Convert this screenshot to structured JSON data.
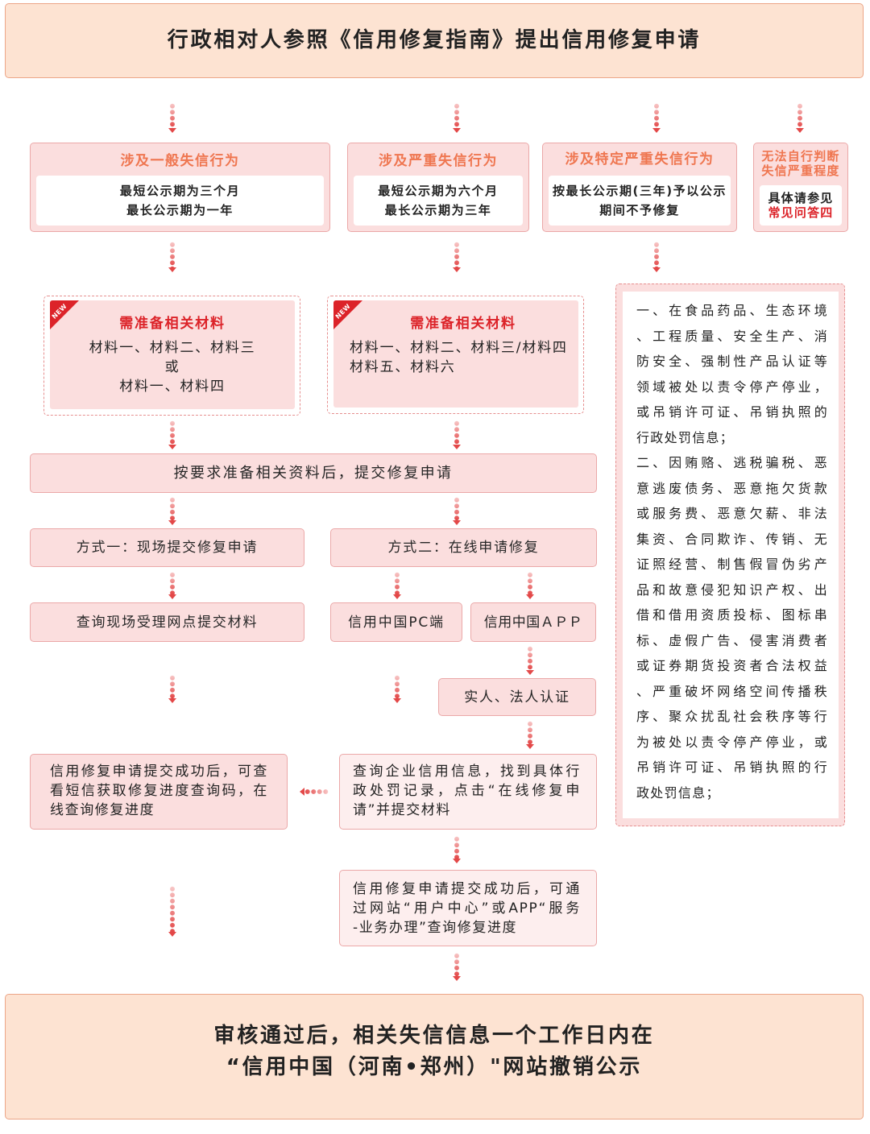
{
  "start_step": {
    "text": "行政相对人参照《信用修复指南》提出信用修复申请"
  },
  "categories": [
    {
      "title_lines": [
        "涉及一般失信行为"
      ],
      "lines": [
        "最短公示期为三个月",
        "最长公示期为一年"
      ]
    },
    {
      "title_lines": [
        "涉及严重失信行为"
      ],
      "lines": [
        "最短公示期为六个月",
        "最长公示期为三年"
      ]
    },
    {
      "title_lines": [
        "涉及特定严重失信行为"
      ],
      "lines": [
        "按最长公示期(三年)予以公示",
        "期间不予修复"
      ]
    },
    {
      "title_lines": [
        "无法自行判断",
        "失信严重程度"
      ],
      "lines": [
        "具体请参见",
        "常见问答四"
      ]
    }
  ],
  "materials": [
    {
      "badge": "NEW",
      "title": "需准备相关材料",
      "lines": [
        "材料一、材料二、材料三",
        "或",
        "材料一、材料四"
      ]
    },
    {
      "badge": "NEW",
      "title": "需准备相关材料",
      "lines": [
        "材料一、材料二、材料三/材料四",
        "材料五、材料六"
      ]
    }
  ],
  "no_repair_cases": {
    "paragraphs": [
      {
        "lines": [
          "一、在食品药品、生态环境",
          "、工程质量、安全生产、消",
          "防安全、强制性产品认证等",
          "领域被处以责令停产停业，",
          "或吊销许可证、吊销执照的",
          "行政处罚信息；"
        ]
      },
      {
        "lines": [
          "二、因贿赂、逃税骗税、恶",
          "意逃废债务、恶意拖欠货款",
          "或服务费、恶意欠薪、非法",
          "集资、合同欺诈、传销、无",
          "证照经营、制售假冒伪劣产",
          "品和故意侵犯知识产权、出",
          "借和借用资质投标、图标串",
          "标、虚假广告、侵害消费者",
          "或证券期货投资者合法权益",
          "、严重破坏网络空间传播秩",
          "序、聚众扰乱社会秩序等行",
          "为被处以责令停产停业，或",
          "吊销许可证、吊销执照的行",
          "政处罚信息；"
        ]
      }
    ]
  },
  "submit_step": {
    "text": "按要求准备相关资料后，提交修复申请"
  },
  "onsite": {
    "method": "方式一：现场提交修复申请",
    "step": "查询现场受理网点提交材料"
  },
  "online": {
    "method": "方式二：在线申请修复",
    "pc": "信用中国PC端",
    "app": "信用中国ＡＰＰ",
    "auth": "实人、法人认证",
    "query_lines": [
      "查询企业信用信息，找到具体行",
      "政处罚记录，点击“在线修复申",
      "请”并提交材料"
    ]
  },
  "sms_progress": {
    "lines": [
      "信用修复申请提交成功后，可查",
      "看短信获取修复进度查询码，在",
      "线查询修复进度"
    ]
  },
  "online_progress": {
    "lines": [
      "信用修复申请提交成功后，可通",
      "过网站“用户中心”或APP“服务",
      "-业务办理”查询修复进度"
    ]
  },
  "end_step": {
    "lines": [
      "审核通过后，相关失信信息一个工作日内在",
      "“信用中国（河南•郑州）\"网站撤销公示"
    ]
  },
  "colors": {
    "peach_fill": "#fde3d2",
    "peach_border": "#eca587",
    "pink_fill": "#fbdede",
    "pink_border": "#eba8a8",
    "light_fill": "#fdeeee",
    "title_orange": "#ef7650",
    "accent_red": "#dc2329",
    "arrow_red": "#e34848",
    "arrow_light": "#f8c9c9",
    "text_dark": "#262626"
  }
}
